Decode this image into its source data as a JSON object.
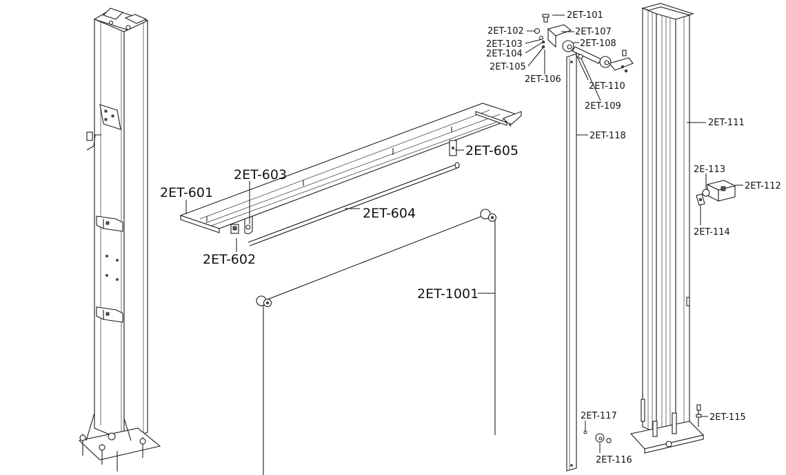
{
  "labels": {
    "p601": "2ET-601",
    "p602": "2ET-602",
    "p603": "2ET-603",
    "p604": "2ET-604",
    "p605": "2ET-605",
    "p1001": "2ET-1001",
    "p101": "2ET-101",
    "p102": "2ET-102",
    "p103": "2ET-103",
    "p104": "2ET-104",
    "p105": "2ET-105",
    "p106": "2ET-106",
    "p107": "2ET-107",
    "p108": "2ET-108",
    "p109": "2ET-109",
    "p110": "2ET-110",
    "p111": "2ET-111",
    "p112": "2ET-112",
    "p113": "2E-113",
    "p114": "2ET-114",
    "p115": "2ET-115",
    "p116": "2ET-116",
    "p117": "2ET-117",
    "p118": "2ET-118"
  }
}
